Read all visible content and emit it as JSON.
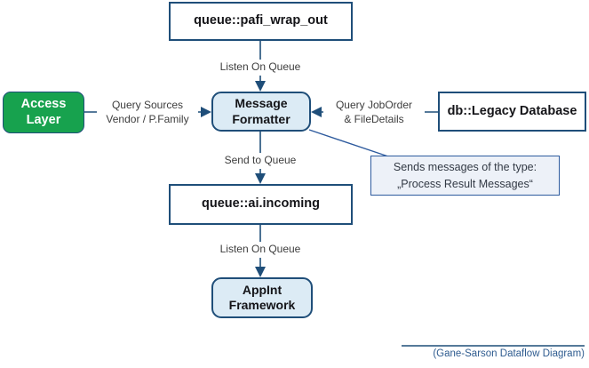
{
  "diagram": {
    "caption": "(Gane-Sarson Dataflow Diagram)",
    "colors": {
      "line_navy": "#1F4E79",
      "node_fill_light_blue": "#DCEBF5",
      "access_layer_green": "#17A24E",
      "note_fill": "#EDF1F8",
      "note_border_blue": "#2E5B9E",
      "caption_blue": "#2E5B8F"
    },
    "nodes": {
      "pafi_queue": {
        "label": "queue::pafi_wrap_out"
      },
      "access_layer": {
        "label": "Access Layer"
      },
      "message_formatter": {
        "label": "Message\nFormatter"
      },
      "legacy_db": {
        "label": "db::Legacy Database"
      },
      "ai_incoming_queue": {
        "label": "queue::ai.incoming"
      },
      "appint_framework": {
        "label": "AppInt\nFramework"
      }
    },
    "edges": {
      "listen_top": {
        "label": "Listen On Queue"
      },
      "query_sources": {
        "label": "Query Sources\nVendor / P.Family"
      },
      "query_joborder": {
        "label": "Query JobOrder\n& FileDetails"
      },
      "send_to_queue": {
        "label": "Send to Queue"
      },
      "listen_bottom": {
        "label": "Listen On Queue"
      }
    },
    "note": {
      "text": "Sends messages of the type:\n„Process Result Messages“"
    }
  }
}
